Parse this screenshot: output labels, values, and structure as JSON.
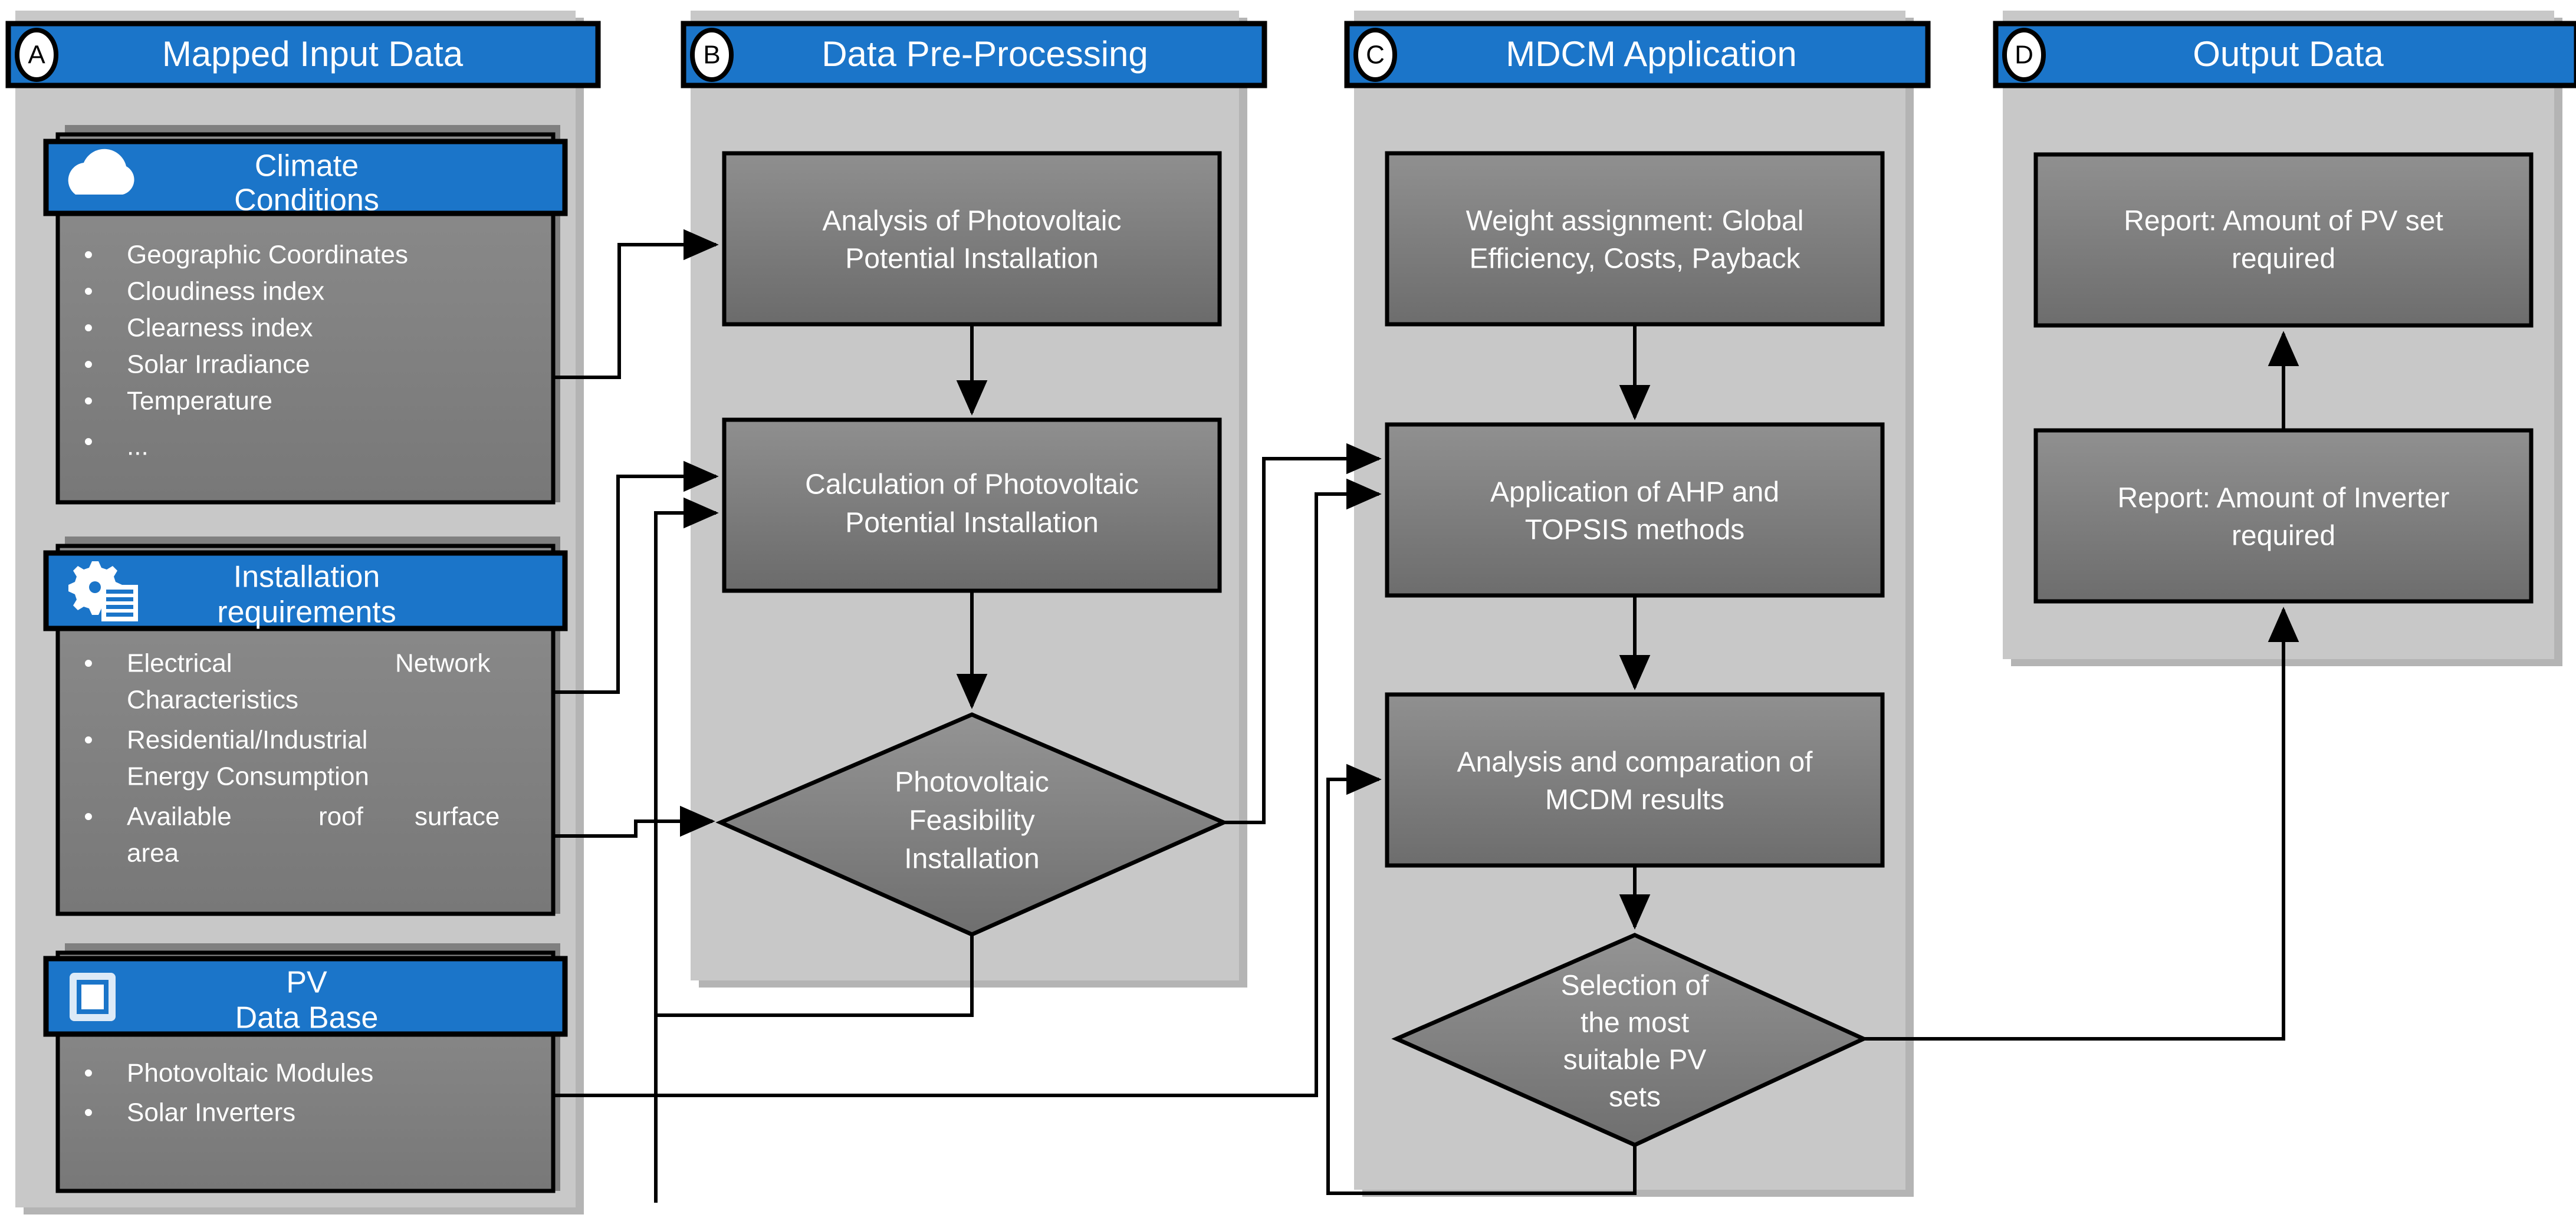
{
  "diagram": {
    "title": "PV sizing decision flowchart",
    "colors": {
      "header_blue": "#1b75c9",
      "panel_grey": "#c8c8c8",
      "panel_shadow": "#b4b4b4",
      "process_grey_top": "#8a8a8a",
      "process_grey_bottom": "#6e6e6e",
      "card_shadow": "#808080",
      "text_white": "#ffffff",
      "line_black": "#000000"
    }
  },
  "panels": [
    {
      "letter": "A",
      "title": "Mapped Input Data",
      "cards": [
        {
          "icon": "cloud-icon",
          "title_lines": [
            "Climate",
            "Conditions"
          ],
          "bullets": [
            "Geographic Coordinates",
            "Cloudiness index",
            "Clearness index",
            "Solar Irradiance",
            "Temperature",
            "..."
          ]
        },
        {
          "icon": "gear-list-icon",
          "title_lines": [
            "Installation",
            "requirements"
          ],
          "bullets": [
            "Electrical          Network Characteristics",
            "Residential/Industrial Energy Consumption",
            "Available    roof    surface area"
          ],
          "bullet_lines": [
            [
              "Electrical",
              "Network"
            ],
            [
              "Characteristics"
            ],
            [
              "Residential/Industrial"
            ],
            [
              "Energy Consumption"
            ],
            [
              "Available",
              "roof",
              "surface"
            ],
            [
              "area"
            ]
          ]
        },
        {
          "icon": "chip-icon",
          "title_lines": [
            "PV",
            "Data Base"
          ],
          "bullets": [
            "Photovoltaic Modules",
            "Solar Inverters"
          ]
        }
      ]
    },
    {
      "letter": "B",
      "title": "Data Pre-Processing",
      "nodes": [
        {
          "type": "process",
          "lines": [
            "Analysis of Photovoltaic",
            "Potential Installation"
          ]
        },
        {
          "type": "process",
          "lines": [
            "Calculation of Photovoltaic",
            "Potential Installation"
          ]
        },
        {
          "type": "decision",
          "lines": [
            "Photovoltaic",
            "Feasibility",
            "Installation"
          ]
        }
      ]
    },
    {
      "letter": "C",
      "title": "MDCM Application",
      "nodes": [
        {
          "type": "process",
          "lines": [
            "Weight assignment: Global",
            "Efficiency, Costs, Payback"
          ]
        },
        {
          "type": "process",
          "lines": [
            "Application of AHP and",
            "TOPSIS methods"
          ]
        },
        {
          "type": "process",
          "lines": [
            "Analysis and comparation of",
            "MCDM results"
          ]
        },
        {
          "type": "decision",
          "lines": [
            "Selection of",
            "the most",
            "suitable PV",
            "sets"
          ]
        }
      ]
    },
    {
      "letter": "D",
      "title": "Output Data",
      "nodes": [
        {
          "type": "process",
          "lines": [
            "Report: Amount of PV set",
            "required"
          ]
        },
        {
          "type": "process",
          "lines": [
            "Report: Amount of Inverter",
            "required"
          ]
        }
      ]
    }
  ],
  "connectors": [
    {
      "name": "climate-to-analysis",
      "from": "climate-conditions-card",
      "to": "analysis-of-pv-potential"
    },
    {
      "name": "installation-to-calculation",
      "from": "installation-requirements-card",
      "to": "calculation-of-pv-potential"
    },
    {
      "name": "pvdb-to-calculation",
      "from": "pv-database-card",
      "to": "calculation-of-pv-potential"
    },
    {
      "name": "installation-to-feasibility",
      "from": "installation-requirements-card",
      "to": "pv-feasibility-decision"
    },
    {
      "name": "analysis-to-calculation",
      "from": "analysis-of-pv-potential",
      "to": "calculation-of-pv-potential"
    },
    {
      "name": "calculation-to-feasibility",
      "from": "calculation-of-pv-potential",
      "to": "pv-feasibility-decision"
    },
    {
      "name": "feasibility-loopback",
      "from": "pv-feasibility-decision",
      "to": "calculation-of-pv-potential"
    },
    {
      "name": "feasibility-to-ahp",
      "from": "pv-feasibility-decision",
      "to": "application-of-ahp-topsis"
    },
    {
      "name": "pvdb-to-ahp",
      "from": "pv-database-card",
      "to": "application-of-ahp-topsis"
    },
    {
      "name": "weight-to-ahp",
      "from": "weight-assignment",
      "to": "application-of-ahp-topsis"
    },
    {
      "name": "ahp-to-analysis-mcdm",
      "from": "application-of-ahp-topsis",
      "to": "analysis-comparation-mcdm"
    },
    {
      "name": "analysis-mcdm-to-selection",
      "from": "analysis-comparation-mcdm",
      "to": "selection-most-suitable-pv"
    },
    {
      "name": "selection-loopback",
      "from": "selection-most-suitable-pv",
      "to": "analysis-comparation-mcdm"
    },
    {
      "name": "selection-to-inverter-report",
      "from": "selection-most-suitable-pv",
      "to": "report-inverter-required"
    },
    {
      "name": "inverter-report-to-pv-report",
      "from": "report-inverter-required",
      "to": "report-pv-set-required"
    }
  ]
}
